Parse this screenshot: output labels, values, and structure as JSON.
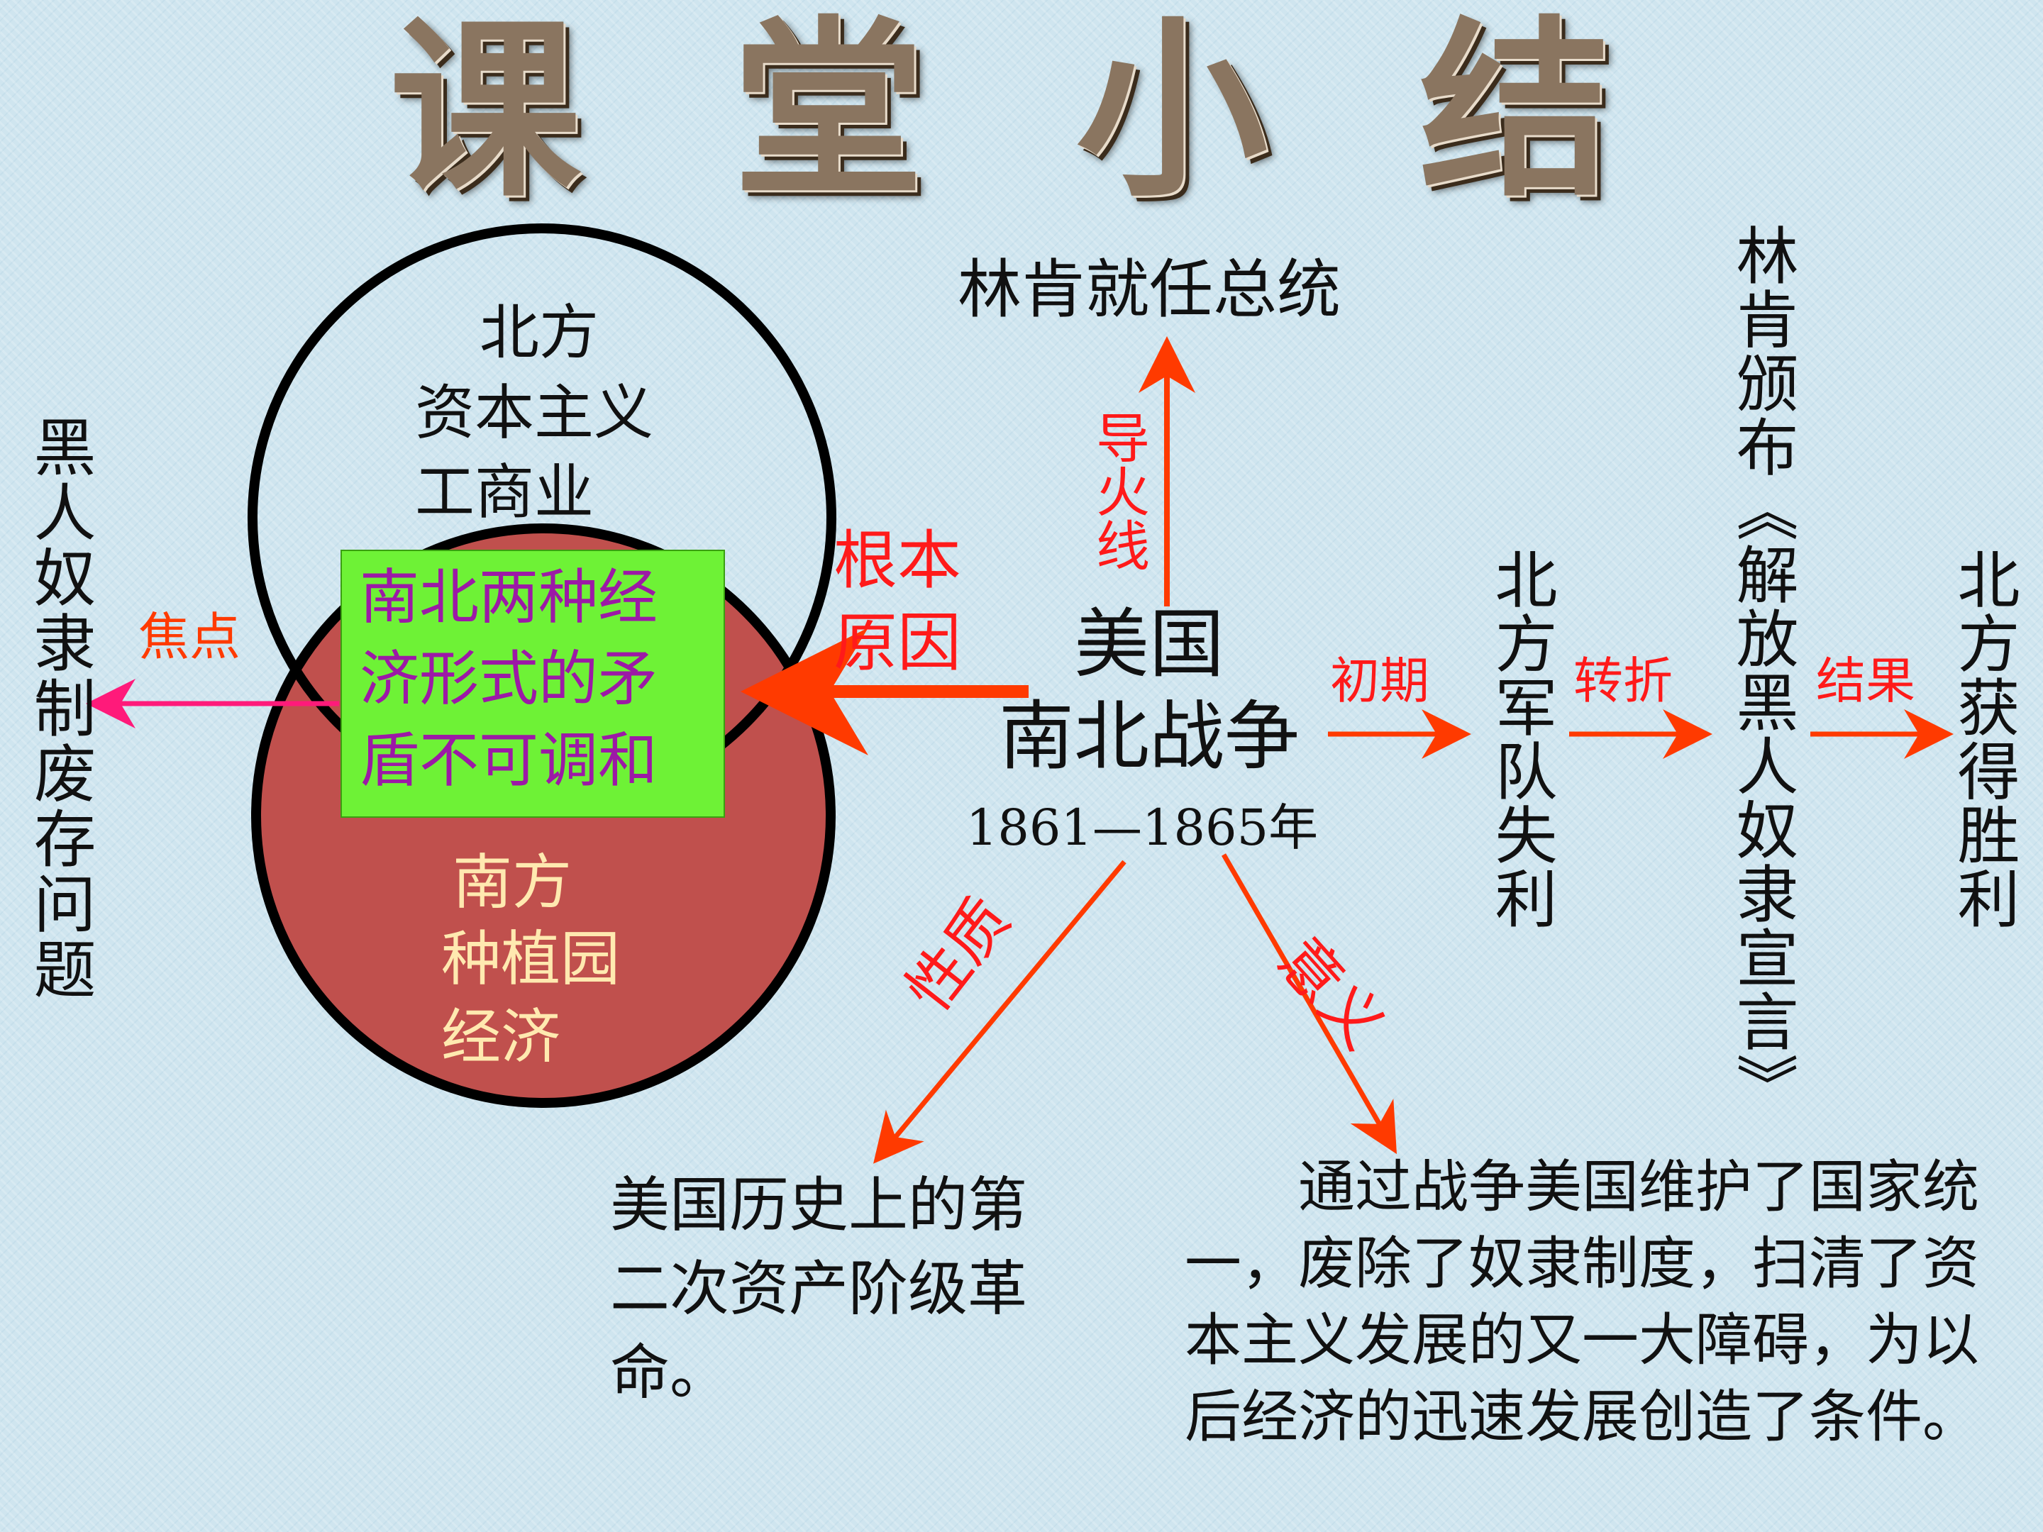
{
  "title": "课 堂 小 结",
  "center": {
    "line1": "美国",
    "line2": "南北战争",
    "years": "1861—1865年"
  },
  "north": {
    "line1": "北方",
    "line2": "资本主义",
    "line3": "工商业"
  },
  "south": {
    "line1": "南方",
    "line2": "种植园",
    "line3": "经济"
  },
  "contradiction": "南北两种经济形式的矛盾不可调和",
  "root_cause": {
    "line1": "根本",
    "line2": "原因"
  },
  "focus_label": "焦点",
  "slavery_issue": "黑人奴隶制废存问题",
  "fuse_label": "导火线",
  "lincoln_president": "林肯就任总统",
  "early_label": "初期",
  "north_defeat": "北方军队失利",
  "turning_label": "转折",
  "proclamation": "林肯颁布《解放黑人奴隶宣言》",
  "result_label": "结果",
  "north_victory": "北方获得胜利",
  "nature_label": "性质",
  "nature_text": "美国历史上的第二次资产阶级革命。",
  "significance_label": "意义",
  "significance_text": "通过战争美国维护了国家统一，废除了奴隶制度，扫清了资本主义发展的又一大障碍，为以后经济的迅速发展创造了条件。",
  "colors": {
    "arrow": "#ff3a00",
    "pink_arrow": "#ff1a7a",
    "south_fill": "#c0504d",
    "box_fill": "#6ef236",
    "box_text": "#9c19a6"
  }
}
